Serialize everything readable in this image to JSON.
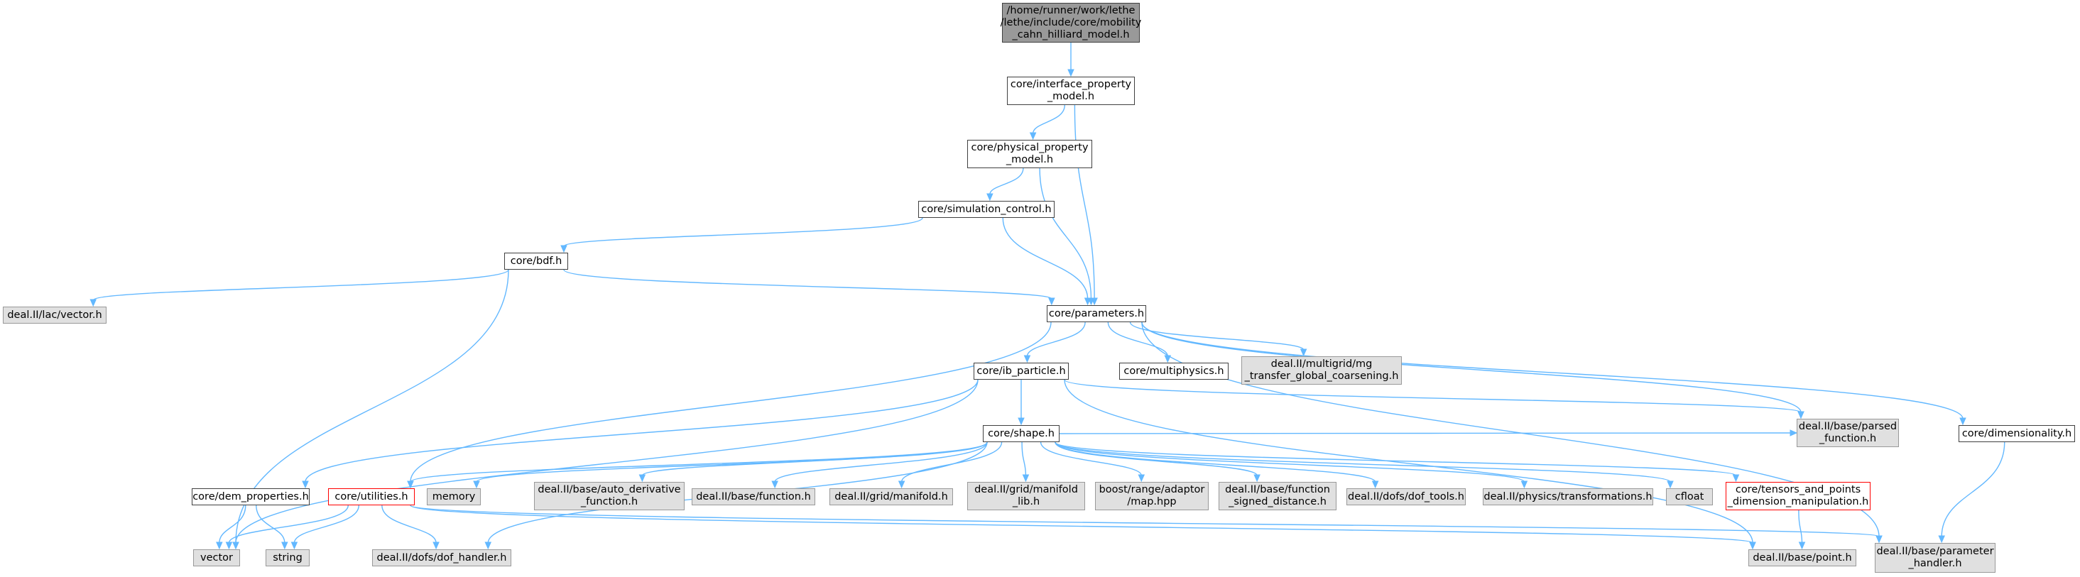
{
  "graph": {
    "edge_color": "#63b8ff",
    "nodes": [
      {
        "id": "root",
        "label": "/home/runner/work/lethe\n/lethe/include/core/mobility\n_cahn_hilliard_model.h",
        "kind": "root"
      },
      {
        "id": "interface",
        "label": "core/interface_property\n_model.h",
        "kind": "doc"
      },
      {
        "id": "physical",
        "label": "core/physical_property\n_model.h",
        "kind": "doc"
      },
      {
        "id": "simcontrol",
        "label": "core/simulation_control.h",
        "kind": "doc"
      },
      {
        "id": "bdf",
        "label": "core/bdf.h",
        "kind": "doc"
      },
      {
        "id": "lacvector",
        "label": "deal.II/lac/vector.h",
        "kind": "ext"
      },
      {
        "id": "parameters",
        "label": "core/parameters.h",
        "kind": "doc"
      },
      {
        "id": "ibparticle",
        "label": "core/ib_particle.h",
        "kind": "doc"
      },
      {
        "id": "multiphysics",
        "label": "core/multiphysics.h",
        "kind": "doc"
      },
      {
        "id": "mgtransfer",
        "label": "deal.II/multigrid/mg\n_transfer_global_coarsening.h",
        "kind": "ext"
      },
      {
        "id": "dimensionality",
        "label": "core/dimensionality.h",
        "kind": "doc"
      },
      {
        "id": "parsedfunc",
        "label": "deal.II/base/parsed\n_function.h",
        "kind": "ext"
      },
      {
        "id": "shape",
        "label": "core/shape.h",
        "kind": "doc"
      },
      {
        "id": "demprops",
        "label": "core/dem_properties.h",
        "kind": "doc"
      },
      {
        "id": "utilities",
        "label": "core/utilities.h",
        "kind": "trunc"
      },
      {
        "id": "memory",
        "label": "memory",
        "kind": "ext"
      },
      {
        "id": "autoderiv",
        "label": "deal.II/base/auto_derivative\n_function.h",
        "kind": "ext"
      },
      {
        "id": "basefunction",
        "label": "deal.II/base/function.h",
        "kind": "ext"
      },
      {
        "id": "gridmanifold",
        "label": "deal.II/grid/manifold.h",
        "kind": "ext"
      },
      {
        "id": "manifoldlib",
        "label": "deal.II/grid/manifold\n_lib.h",
        "kind": "ext"
      },
      {
        "id": "boostmap",
        "label": "boost/range/adaptor\n/map.hpp",
        "kind": "ext"
      },
      {
        "id": "signeddist",
        "label": "deal.II/base/function\n_signed_distance.h",
        "kind": "ext"
      },
      {
        "id": "doftools",
        "label": "deal.II/dofs/dof_tools.h",
        "kind": "ext"
      },
      {
        "id": "transformations",
        "label": "deal.II/physics/transformations.h",
        "kind": "ext"
      },
      {
        "id": "cfloat",
        "label": "cfloat",
        "kind": "ext"
      },
      {
        "id": "tensors",
        "label": "core/tensors_and_points\n_dimension_manipulation.h",
        "kind": "trunc"
      },
      {
        "id": "vector",
        "label": "vector",
        "kind": "ext"
      },
      {
        "id": "string",
        "label": "string",
        "kind": "ext"
      },
      {
        "id": "dofhandler",
        "label": "deal.II/dofs/dof_handler.h",
        "kind": "ext"
      },
      {
        "id": "point",
        "label": "deal.II/base/point.h",
        "kind": "ext"
      },
      {
        "id": "paramhandler",
        "label": "deal.II/base/parameter\n_handler.h",
        "kind": "ext"
      }
    ],
    "edges": [
      [
        "root",
        "interface"
      ],
      [
        "interface",
        "physical"
      ],
      [
        "interface",
        "parameters"
      ],
      [
        "physical",
        "simcontrol"
      ],
      [
        "physical",
        "parameters"
      ],
      [
        "simcontrol",
        "bdf"
      ],
      [
        "simcontrol",
        "parameters"
      ],
      [
        "bdf",
        "lacvector"
      ],
      [
        "bdf",
        "parameters"
      ],
      [
        "bdf",
        "vector"
      ],
      [
        "parameters",
        "ibparticle"
      ],
      [
        "parameters",
        "multiphysics"
      ],
      [
        "parameters",
        "mgtransfer"
      ],
      [
        "parameters",
        "dimensionality"
      ],
      [
        "parameters",
        "parsedfunc"
      ],
      [
        "parameters",
        "utilities"
      ],
      [
        "parameters",
        "paramhandler"
      ],
      [
        "ibparticle",
        "shape"
      ],
      [
        "ibparticle",
        "demprops"
      ],
      [
        "ibparticle",
        "vector"
      ],
      [
        "ibparticle",
        "parsedfunc"
      ],
      [
        "ibparticle",
        "point"
      ],
      [
        "shape",
        "utilities"
      ],
      [
        "shape",
        "memory"
      ],
      [
        "shape",
        "autoderiv"
      ],
      [
        "shape",
        "basefunction"
      ],
      [
        "shape",
        "gridmanifold"
      ],
      [
        "shape",
        "manifoldlib"
      ],
      [
        "shape",
        "boostmap"
      ],
      [
        "shape",
        "signeddist"
      ],
      [
        "shape",
        "doftools"
      ],
      [
        "shape",
        "transformations"
      ],
      [
        "shape",
        "cfloat"
      ],
      [
        "shape",
        "tensors"
      ],
      [
        "shape",
        "dofhandler"
      ],
      [
        "shape",
        "parsedfunc"
      ],
      [
        "demprops",
        "vector"
      ],
      [
        "demprops",
        "string"
      ],
      [
        "utilities",
        "vector"
      ],
      [
        "utilities",
        "string"
      ],
      [
        "utilities",
        "dofhandler"
      ],
      [
        "utilities",
        "point"
      ],
      [
        "utilities",
        "paramhandler"
      ],
      [
        "tensors",
        "point"
      ],
      [
        "dimensionality",
        "paramhandler"
      ]
    ]
  }
}
